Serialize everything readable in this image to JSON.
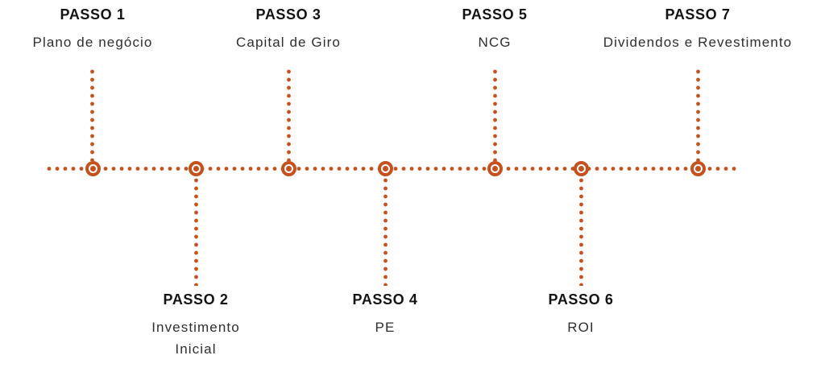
{
  "diagram": {
    "type": "timeline",
    "orientation": "horizontal",
    "accent_color": "#C5521E",
    "label_color": "#141414",
    "title_color": "#2e2e2e",
    "steps": [
      {
        "label": "PASSO 1",
        "title": "Plano de negócio",
        "side": "top"
      },
      {
        "label": "PASSO 2",
        "title": "Investimento Inicial",
        "side": "bottom"
      },
      {
        "label": "PASSO 3",
        "title": "Capital de Giro",
        "side": "top"
      },
      {
        "label": "PASSO 4",
        "title": "PE",
        "side": "bottom"
      },
      {
        "label": "PASSO 5",
        "title": "NCG",
        "side": "top"
      },
      {
        "label": "PASSO 6",
        "title": "ROI",
        "side": "bottom"
      },
      {
        "label": "PASSO 7",
        "title": "Dividendos e Revestimento",
        "side": "top"
      }
    ]
  }
}
